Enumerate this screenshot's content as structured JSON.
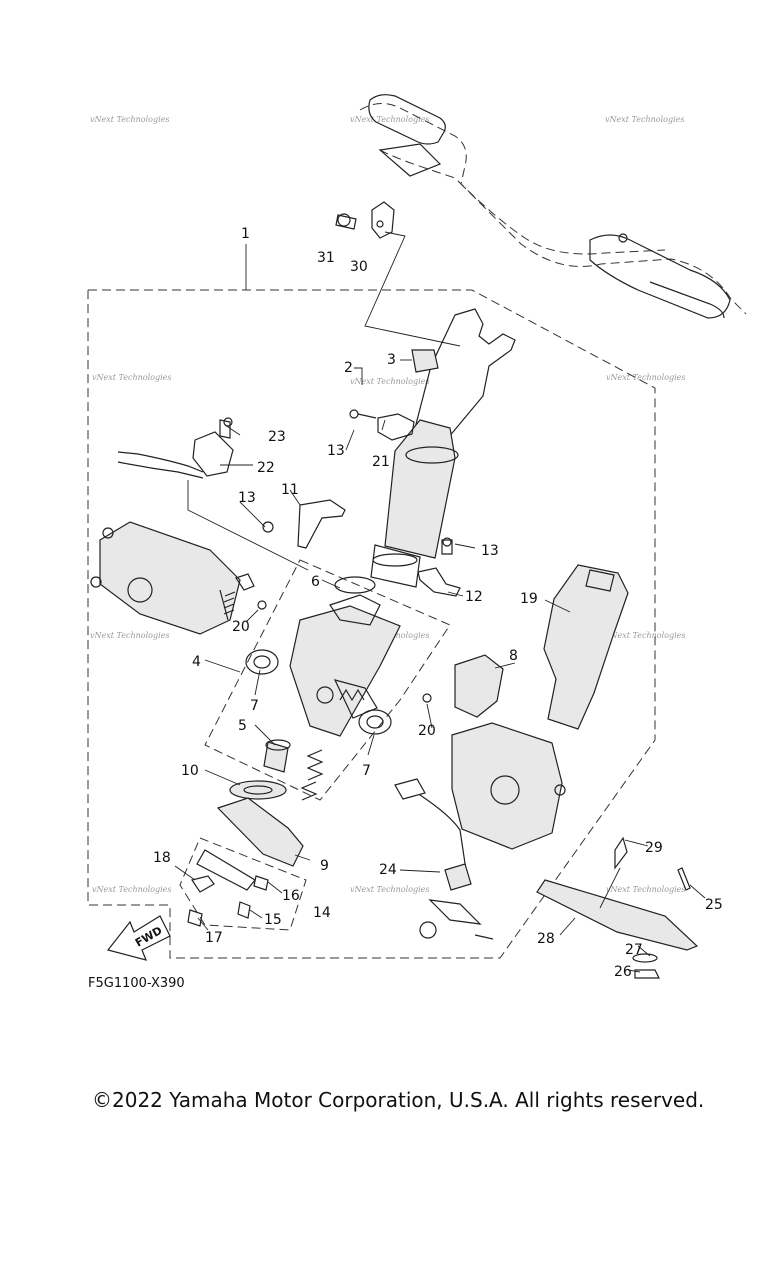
{
  "diagram": {
    "drawing_code": "F5G1100-X390",
    "fwd_label": "FWD",
    "watermark": "vNext Technologies",
    "callouts": [
      "1",
      "2",
      "3",
      "4",
      "5",
      "6",
      "7",
      "7",
      "8",
      "9",
      "10",
      "11",
      "12",
      "13",
      "13",
      "13",
      "14",
      "15",
      "16",
      "17",
      "18",
      "19",
      "20",
      "20",
      "21",
      "22",
      "23",
      "24",
      "25",
      "26",
      "27",
      "28",
      "29",
      "30",
      "31"
    ]
  },
  "footer": {
    "copyright": "©2022 Yamaha Motor Corporation, U.S.A. All rights reserved."
  }
}
